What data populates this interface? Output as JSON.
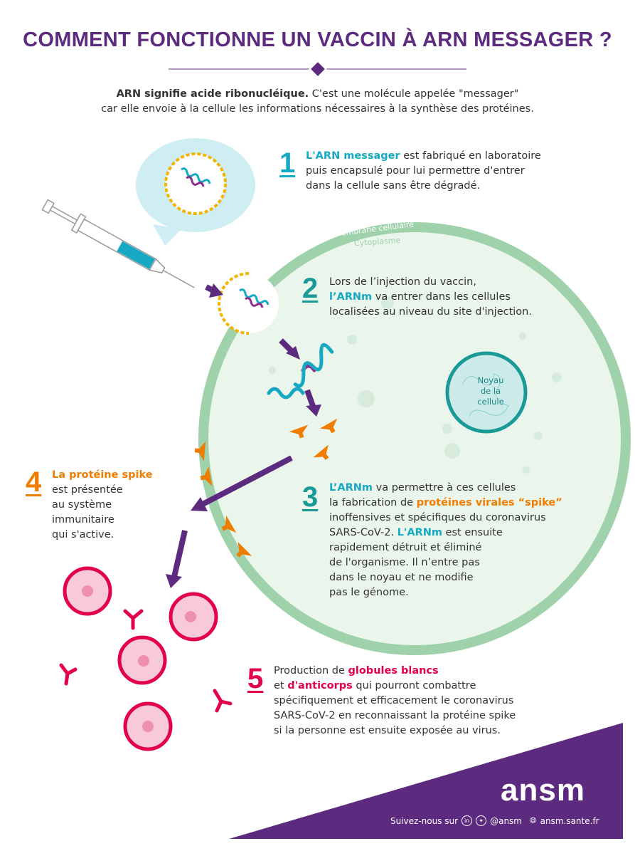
{
  "title": "COMMENT FONCTIONNE UN VACCIN À ARN MESSAGER ?",
  "intro": {
    "bold": "ARN signifie acide ribonucléique.",
    "line1": " C'est une molécule appelée \"messager\"",
    "line2": "car elle envoie à la cellule les informations nécessaires à la synthèse des protéines."
  },
  "labels": {
    "membrane": "Membrane cellulaire",
    "cytoplasm": "Cytoplasme",
    "nucleus": [
      "Noyau",
      "de la",
      "cellule"
    ]
  },
  "steps": [
    {
      "number": "1",
      "highlight": "L'ARN messager",
      "lines": [
        " est fabriqué en laboratoire",
        "puis encapsulé pour lui permettre d'entrer",
        "dans la cellule sans être dégradé."
      ]
    },
    {
      "number": "2",
      "line1": "Lors de l’injection du vaccin,",
      "highlight": "l’ARNm",
      "line2": " va entrer dans les cellules",
      "line3": "localisées au niveau du site d'injection."
    },
    {
      "number": "3",
      "highlight1": "L’ARNm",
      "line1": " va permettre à ces cellules",
      "line2a": "la fabrication de ",
      "highlight2": "protéines virales “spike”",
      "line3": "inoffensives et spécifiques du coronavirus",
      "line4a": "SARS-CoV-2. ",
      "highlight3": "L'ARNm",
      "line4b": " est ensuite",
      "lines": [
        "rapidement détruit et éliminé",
        "de l'organisme. Il n’entre pas",
        "dans le noyau et ne modifie",
        "pas le génome."
      ]
    },
    {
      "number": "4",
      "highlight": "La protéine spike",
      "lines": [
        "est présentée",
        "au système",
        "immunitaire",
        "qui s'active."
      ]
    },
    {
      "number": "5",
      "line1a": "Production de ",
      "highlight1": "globules blancs",
      "line2a": "et ",
      "highlight2": "d'anticorps",
      "line2b": " qui pourront combattre",
      "lines": [
        "spécifiquement et efficacement le coronavirus",
        "SARS-CoV-2 en reconnaissant la protéine spike",
        "si la personne est ensuite exposée au virus."
      ]
    }
  ],
  "footer": {
    "logo": "ansm",
    "follow": "Suivez-nous sur",
    "handle": "@ansm",
    "website": "ansm.sante.fr"
  },
  "colors": {
    "purple": "#5c2a7e",
    "teal": "#17a8c4",
    "orange": "#f07d00",
    "pink": "#e2004f",
    "membrane": "#9fd2ab"
  }
}
